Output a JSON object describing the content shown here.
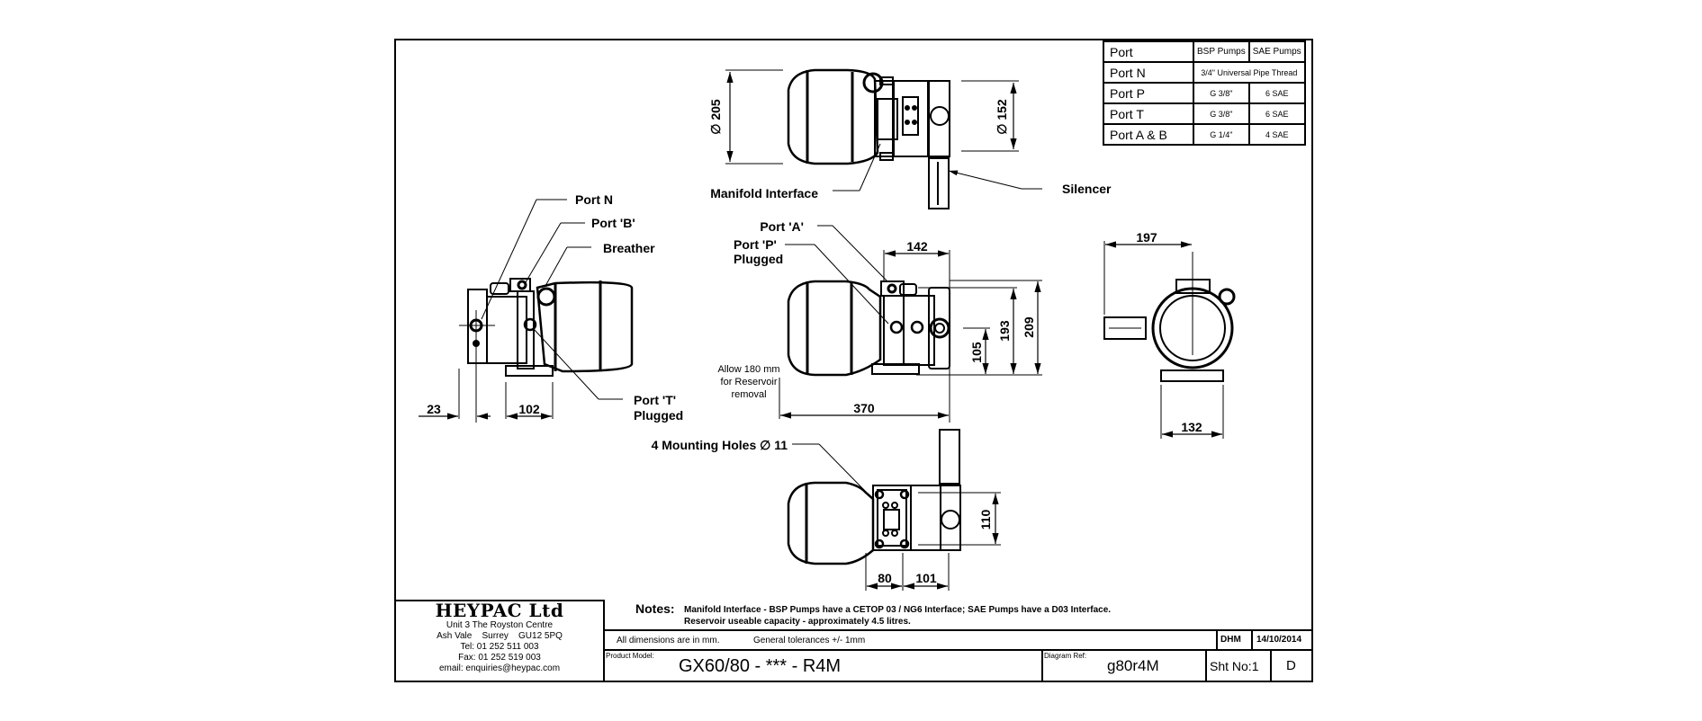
{
  "port_table": {
    "headers": [
      "Port",
      "BSP Pumps",
      "SAE Pumps"
    ],
    "rows": [
      {
        "port": "Port N",
        "merged": "3/4\" Universal  Pipe Thread"
      },
      {
        "port": "Port P",
        "bsp": "G 3/8\"",
        "sae": "6 SAE"
      },
      {
        "port": "Port T",
        "bsp": "G 3/8\"",
        "sae": "6 SAE"
      },
      {
        "port": "Port A & B",
        "bsp": "G 1/4\"",
        "sae": "4 SAE"
      }
    ]
  },
  "labels": {
    "manifold_interface": "Manifold Interface",
    "silencer": "Silencer",
    "port_n": "Port N",
    "port_b": "Port 'B'",
    "breather": "Breather",
    "port_t": "Port 'T'",
    "port_t_2": "Plugged",
    "port_a": "Port 'A'",
    "port_p": "Port 'P'",
    "port_p_2": "Plugged",
    "reservoir_note_1": "Allow 180 mm",
    "reservoir_note_2": "for Reservoir",
    "reservoir_note_3": "removal",
    "mounting_holes": "4 Mounting Holes ∅ 11"
  },
  "dimensions": {
    "dia_205": "∅ 205",
    "dia_152": "∅ 152",
    "d23": "23",
    "d102": "102",
    "d142": "142",
    "d105": "105",
    "d193": "193",
    "d209": "209",
    "d370": "370",
    "d197": "197",
    "d132": "132",
    "d110": "110",
    "d80": "80",
    "d101": "101"
  },
  "title_block": {
    "company": "HEYPAC Ltd",
    "address_1": "Unit 3 The Royston Centre",
    "address_2": "Ash Vale    Surrey    GU12 5PQ",
    "tel": "Tel: 01 252 511 003",
    "fax": "Fax: 01 252 519 003",
    "email": "email: enquiries@heypac.com",
    "notes_label": "Notes:",
    "notes_1": "Manifold Interface - BSP Pumps have a CETOP 03 / NG6 Interface;  SAE Pumps have a D03 Interface.",
    "notes_2": "Reservoir useable capacity - approximately 4.5 litres.",
    "dimensions_note": "All dimensions are in mm.",
    "tolerances_note": "General tolerances +/- 1mm",
    "drawn_by": "DHM",
    "date": "14/10/2014",
    "product_model_label": "Product Model:",
    "product_model": "GX60/80 - *** - R4M",
    "diagram_ref_label": "Diagram Ref:",
    "diagram_ref": "g80r4M",
    "sheet_no": "Sht No:1",
    "revision": "D"
  }
}
